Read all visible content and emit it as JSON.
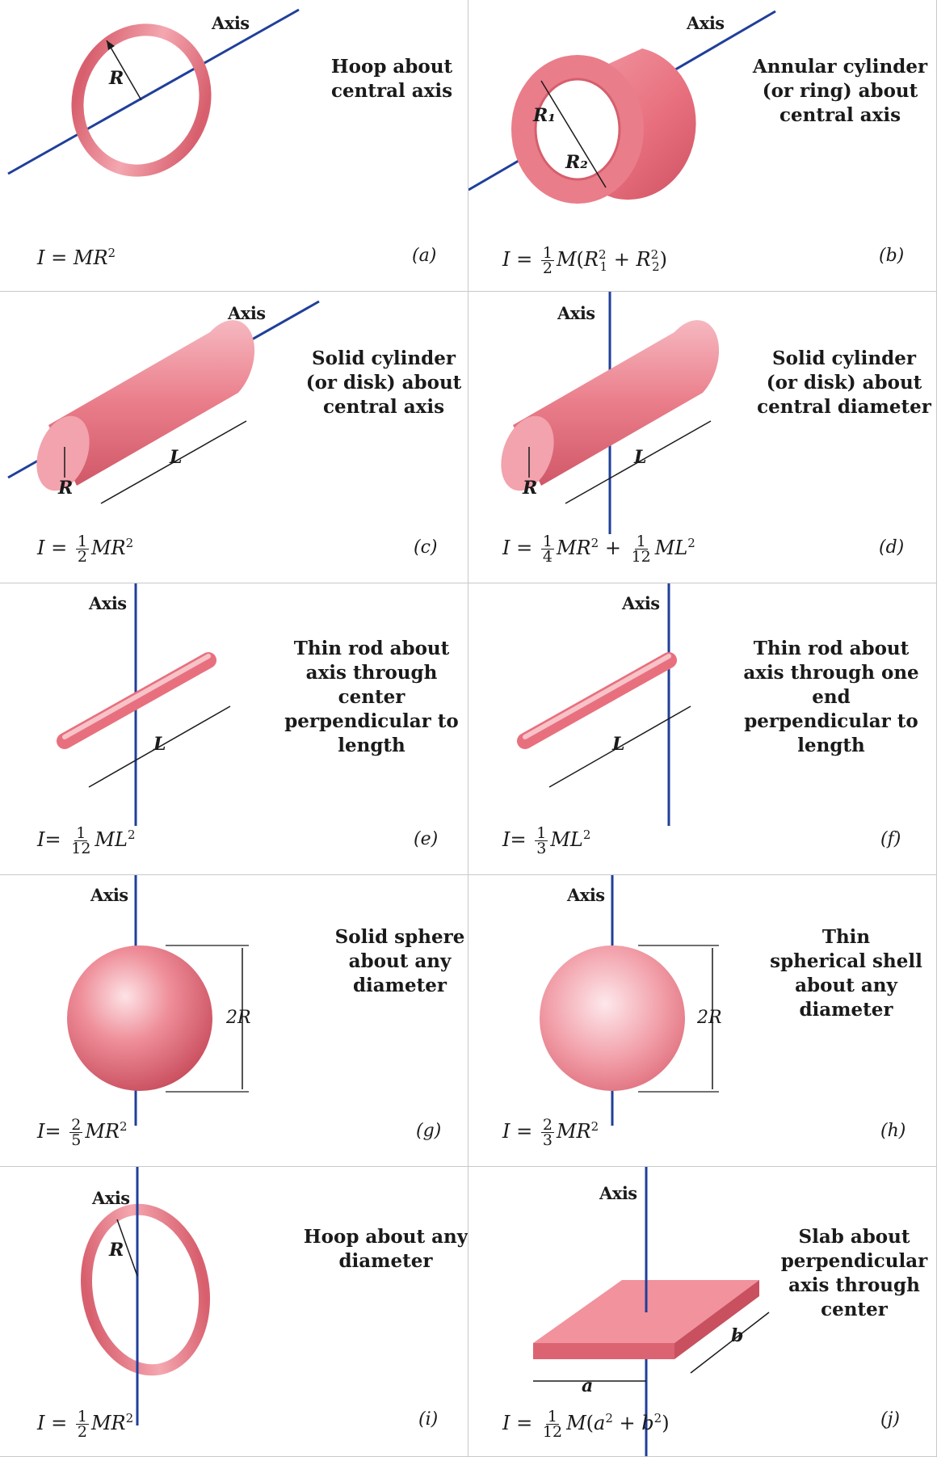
{
  "colors": {
    "axis": "#1f3f9a",
    "body": "#e8707e",
    "body_light": "#f7c3c9",
    "border": "#c9c9c9"
  },
  "axis_label": "Axis",
  "panels": [
    {
      "id": "a",
      "label": "(a)",
      "description": "Hoop about\ncentral axis",
      "formula_text": "I = MR²",
      "dims": [
        "R"
      ]
    },
    {
      "id": "b",
      "label": "(b)",
      "description": "Annular cylinder\n(or ring) about\ncentral axis",
      "formula_text": "I = ½ M(R₁² + R₂²)",
      "dims": [
        "R₁",
        "R₂"
      ]
    },
    {
      "id": "c",
      "label": "(c)",
      "description": "Solid cylinder\n(or disk) about\ncentral axis",
      "formula_text": "I = ½ MR²",
      "dims": [
        "R",
        "L"
      ]
    },
    {
      "id": "d",
      "label": "(d)",
      "description": "Solid cylinder\n(or disk) about\ncentral diameter",
      "formula_text": "I = ¼ MR² + 1/12 ML²",
      "dims": [
        "R",
        "L"
      ]
    },
    {
      "id": "e",
      "label": "(e)",
      "description": "Thin rod about\naxis through center\nperpendicular to\nlength",
      "formula_text": "I = 1/12 ML²",
      "dims": [
        "L"
      ]
    },
    {
      "id": "f",
      "label": "(f)",
      "description": "Thin rod about\naxis through one end\nperpendicular to\nlength",
      "formula_text": "I = ⅓ ML²",
      "dims": [
        "L"
      ]
    },
    {
      "id": "g",
      "label": "(g)",
      "description": "Solid sphere\nabout any\ndiameter",
      "formula_text": "I = ⅖MR²",
      "dims": [
        "2R"
      ]
    },
    {
      "id": "h",
      "label": "(h)",
      "description": "Thin\nspherical shell\nabout any\ndiameter",
      "formula_text": "I = ⅔ MR²",
      "dims": [
        "2R"
      ]
    },
    {
      "id": "i",
      "label": "(i)",
      "description": "Hoop about any\ndiameter",
      "formula_text": "I = ½ MR²",
      "dims": [
        "R"
      ]
    },
    {
      "id": "j",
      "label": "(j)",
      "description": "Slab about\nperpendicular\naxis through\ncenter",
      "formula_text": "I = 1/12M(a² + b²)",
      "dims": [
        "a",
        "b"
      ]
    }
  ],
  "formula_parts": {
    "I": "I",
    "eq": "=",
    "M": "M",
    "R": "R",
    "L": "L",
    "a": "a",
    "b": "b",
    "two": "2",
    "one": "1",
    "three": "3",
    "four": "4",
    "five": "5",
    "twelve": "12",
    "plus": "+",
    "lp": "(",
    "rp": ")",
    "sub1": "1",
    "sub2": "2"
  }
}
